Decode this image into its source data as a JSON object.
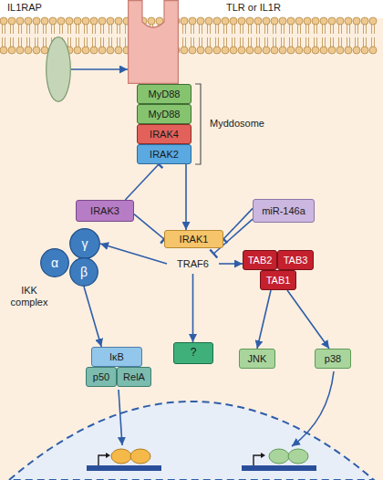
{
  "diagram": {
    "nodes": [
      {
        "text": [
          "IL1RAP"
        ]
      },
      {
        "text": [
          "TLR or IL1R"
        ]
      },
      {
        "text": [
          "MyD88"
        ]
      },
      {
        "text": [
          "MyD88"
        ]
      },
      {
        "text": [
          "IRAK4"
        ]
      },
      {
        "text": [
          "IRAK2"
        ]
      },
      {
        "text": [
          "IRAK3"
        ]
      },
      {
        "text": [
          "miR-146a"
        ]
      },
      {
        "text": [
          "IRAK1"
        ]
      },
      {
        "text": [
          "TRAF6"
        ]
      },
      {
        "text": [
          "γ"
        ]
      },
      {
        "text": [
          "α"
        ]
      },
      {
        "text": [
          "β"
        ]
      },
      {
        "text": [
          "TAB2"
        ]
      },
      {
        "text": [
          "TAB3"
        ]
      },
      {
        "text": [
          "TAB1"
        ]
      },
      {
        "text": [
          "IκB"
        ]
      },
      {
        "text": [
          "p50"
        ]
      },
      {
        "text": [
          "RelA"
        ]
      },
      {
        "text": [
          "?"
        ]
      },
      {
        "text": [
          "JNK"
        ]
      },
      {
        "text": [
          "p38"
        ]
      }
    ],
    "edges": [
      {
        "from": 0,
        "to": 1,
        "arrow": "to"
      },
      {
        "from": 5,
        "to": 8,
        "arrow": "to"
      },
      {
        "from": 6,
        "to": 5,
        "arrow": "to"
      },
      {
        "from": 6,
        "to": 8,
        "arrow": "to"
      },
      {
        "from": 7,
        "to": 8,
        "arrow": "to"
      },
      {
        "from": 7,
        "to": 9,
        "arrow": "to"
      },
      {
        "from": 9,
        "to": 10,
        "arrow": "to"
      },
      {
        "from": 12,
        "to": 16,
        "arrow": "to"
      },
      {
        "from": 9,
        "to": 19,
        "arrow": "to"
      },
      {
        "from": 9,
        "to": 13,
        "arrow": "to"
      },
      {
        "from": 15,
        "to": 20,
        "arrow": "to"
      },
      {
        "from": 15,
        "to": 21,
        "arrow": "to"
      }
    ],
    "labels": [
      "Myddosome",
      "IKK complex"
    ]
  }
}
